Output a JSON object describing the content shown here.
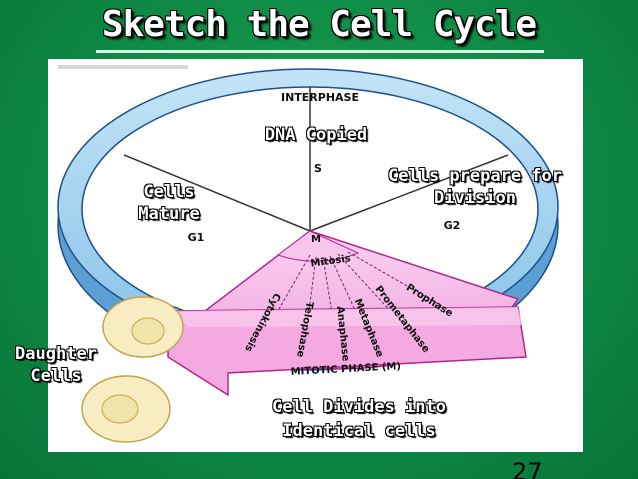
{
  "slide": {
    "title": "Sketch the Cell Cycle",
    "page_number": "27"
  },
  "diagram": {
    "interphase_label": "INTERPHASE",
    "phase_s": "S",
    "phase_g1": "G1",
    "phase_g2": "G2",
    "phase_m": "M",
    "mitosis_label": "Mitosis",
    "mitotic_phase_label": "MITOTIC PHASE (M)",
    "mitotic_stages": [
      "Prophase",
      "Prometaphase",
      "Metaphase",
      "Anaphase",
      "Telophase",
      "Cytokinesis"
    ]
  },
  "annotations": {
    "dna_copied": "DNA Copied",
    "cells_mature_1": "Cells",
    "cells_mature_2": "Mature",
    "cells_prepare_1": "Cells prepare for",
    "cells_prepare_2": "Division",
    "daughter_1": "Daughter",
    "daughter_2": "Cells",
    "divides_1": "Cell Divides into",
    "divides_2": "Identical cells"
  },
  "colors": {
    "background": "#0e8a45",
    "ring": "#9dd0ee",
    "ring_edge": "#1a4f8a",
    "mitotic": "#f4b3e6",
    "mitotic_edge": "#b0288f",
    "cell_fill": "#f7ecc2",
    "cell_nucleus": "#eee6b0"
  }
}
